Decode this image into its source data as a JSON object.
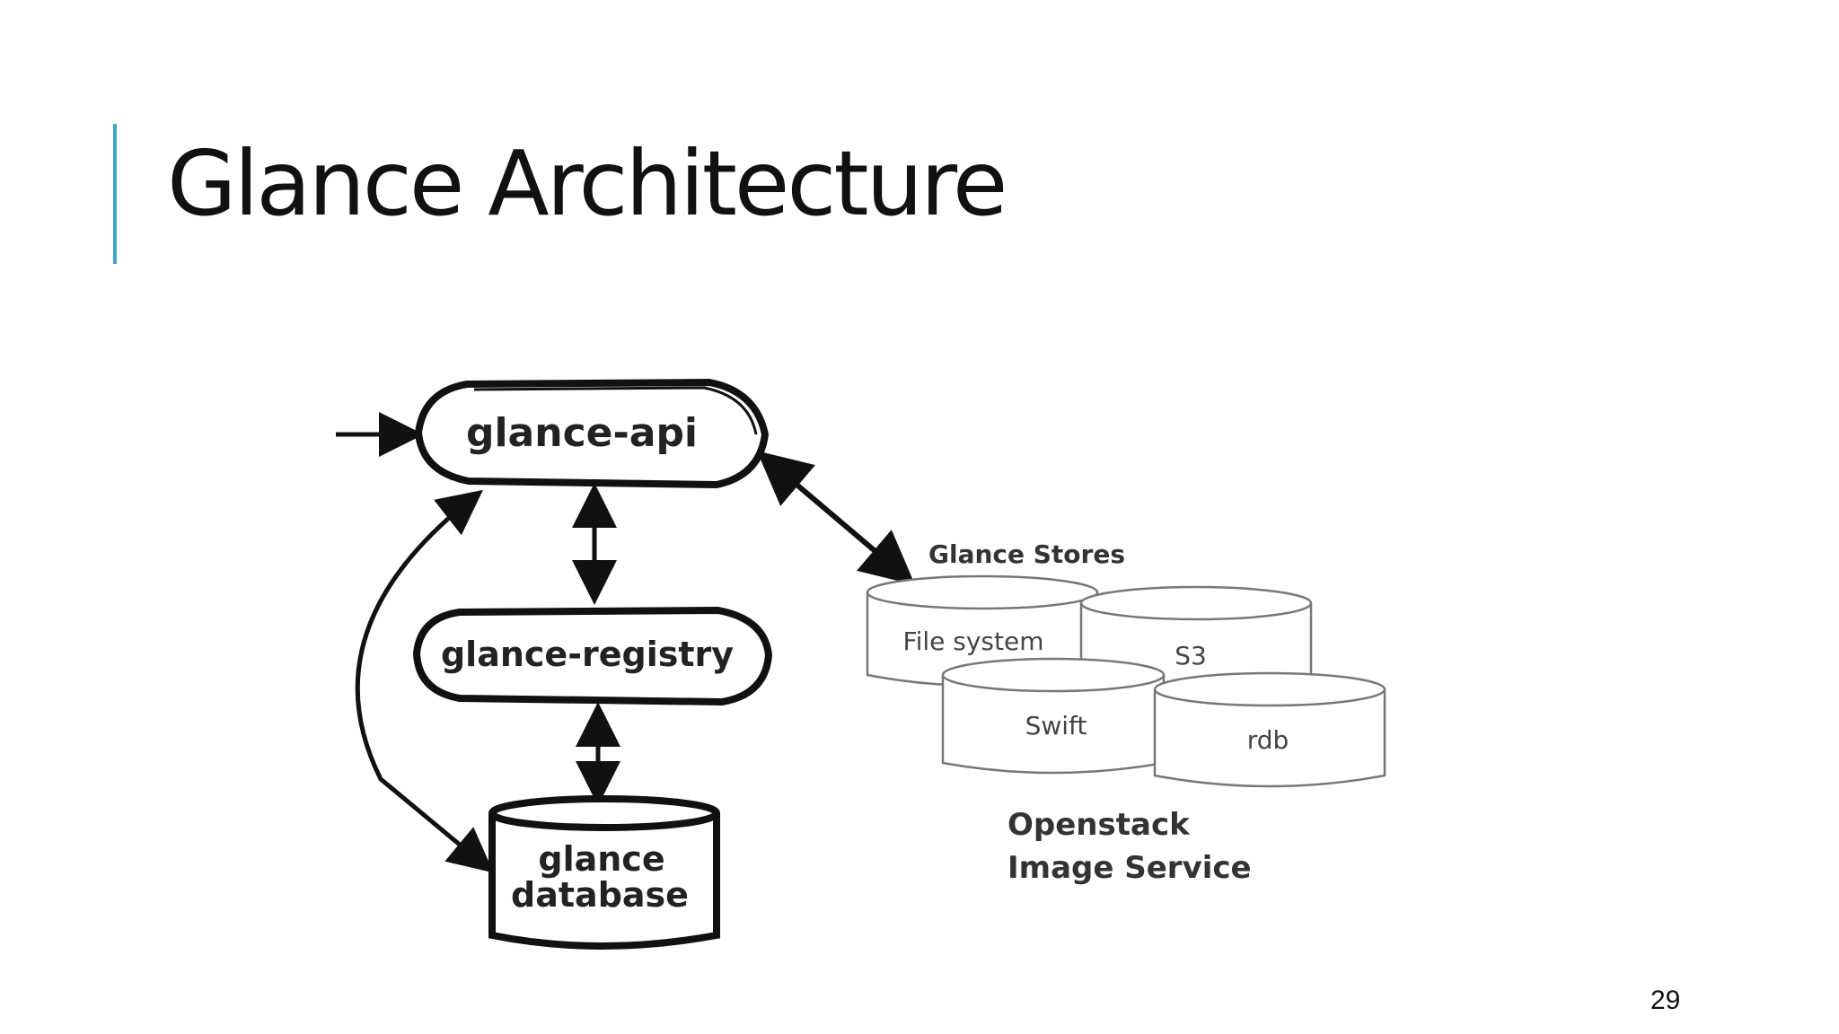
{
  "slide": {
    "title": "Glance Architecture",
    "page_number": "29"
  },
  "diagram": {
    "nodes": {
      "api": "glance-api",
      "registry": "glance-registry",
      "database_line1": "glance",
      "database_line2": "database"
    },
    "stores": {
      "heading": "Glance Stores",
      "items": [
        "File system",
        "S3",
        "Swift",
        "rdb"
      ]
    },
    "service": {
      "line1": "Openstack",
      "line2": "Image Service"
    }
  },
  "colors": {
    "accent": "#3ea6cc",
    "ink": "#111111"
  }
}
